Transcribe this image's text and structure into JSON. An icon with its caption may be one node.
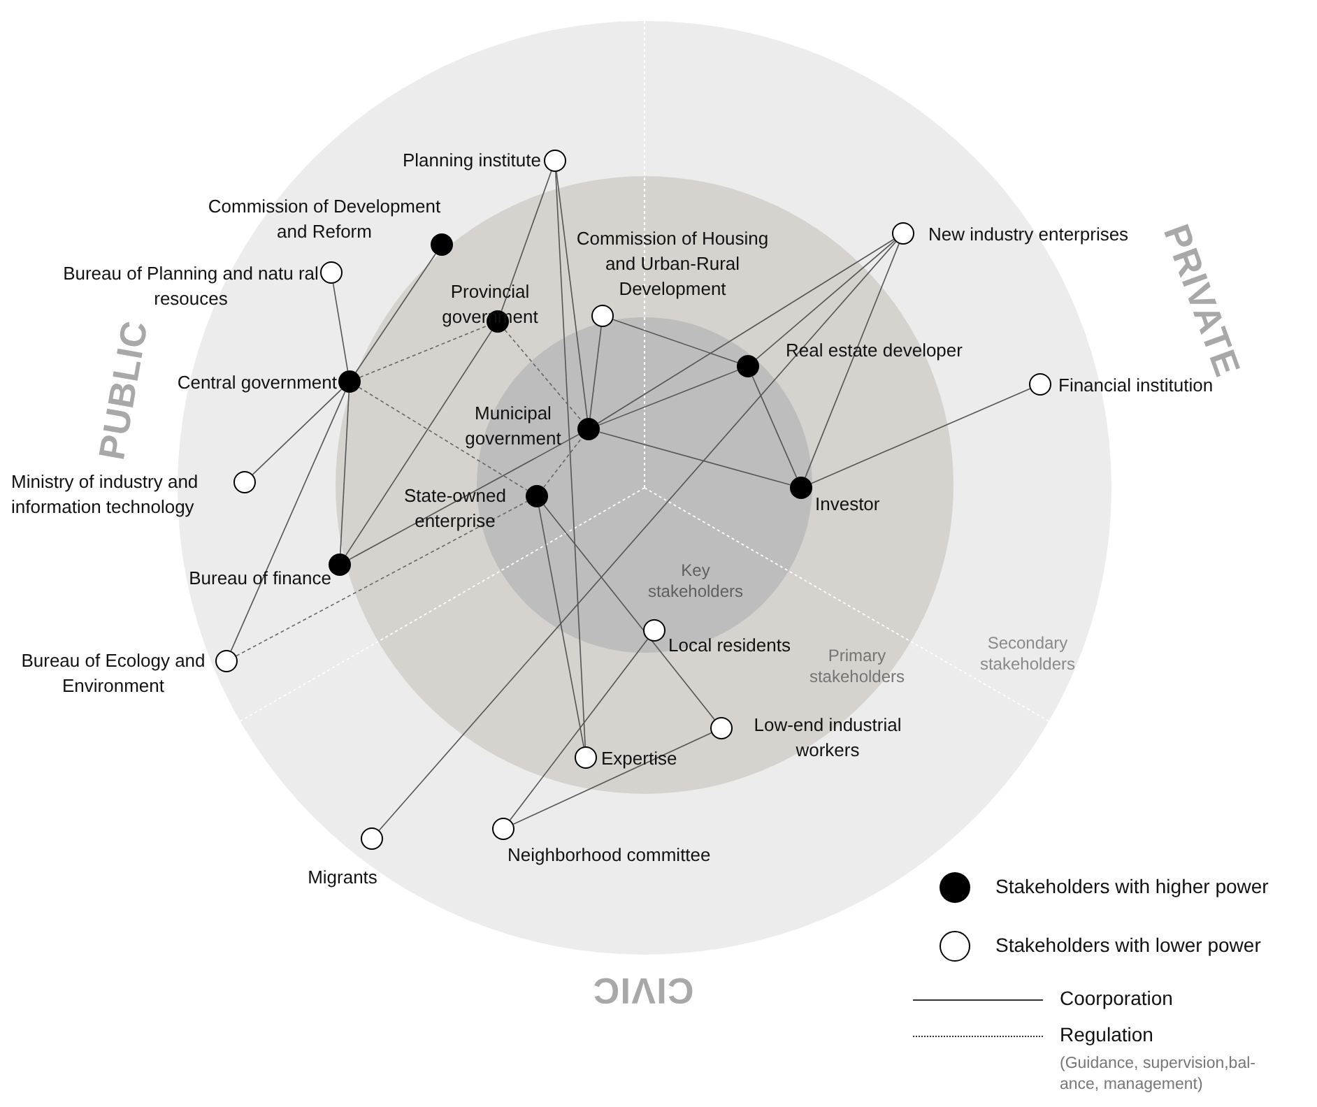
{
  "diagram": {
    "nodes": [
      {
        "text": [],
        "shape": "circle",
        "beside": [
          "Planning institute"
        ]
      },
      {
        "text": [],
        "shape": "dot",
        "beside": [
          "Commission of Development and Reform"
        ]
      },
      {
        "text": [],
        "shape": "circle",
        "beside": [
          "Bureau of Planning and natu ral resouces"
        ]
      },
      {
        "text": [],
        "shape": "dot",
        "beside": [
          "Provincial government"
        ]
      },
      {
        "text": [],
        "shape": "circle",
        "beside": [
          "Commission of Housing and Urban-Rural Development"
        ]
      },
      {
        "text": [],
        "shape": "circle",
        "beside": [
          "New industry enterprises"
        ]
      },
      {
        "text": [],
        "shape": "dot",
        "beside": [
          "Central government"
        ]
      },
      {
        "text": [],
        "shape": "dot",
        "beside": [
          "Real estate developer"
        ]
      },
      {
        "text": [],
        "shape": "circle",
        "beside": [
          "Financial institution"
        ]
      },
      {
        "text": [],
        "shape": "dot",
        "beside": [
          "Municipal government"
        ]
      },
      {
        "text": [],
        "shape": "circle",
        "beside": [
          "Ministry of industry and information technology"
        ]
      },
      {
        "text": [],
        "shape": "dot",
        "beside": [
          "Investor"
        ]
      },
      {
        "text": [],
        "shape": "dot",
        "beside": [
          "State-owned enterprise"
        ]
      },
      {
        "text": [],
        "shape": "dot",
        "beside": [
          "Bureau of finance"
        ]
      },
      {
        "text": [],
        "shape": "circle",
        "beside": [
          "Local residents"
        ]
      },
      {
        "text": [],
        "shape": "circle",
        "beside": [
          "Bureau of Ecology and Environment"
        ]
      },
      {
        "text": [],
        "shape": "circle",
        "beside": [
          "Low-end industrial workers"
        ]
      },
      {
        "text": [],
        "shape": "circle",
        "beside": [
          "Expertise"
        ]
      },
      {
        "text": [],
        "shape": "circle",
        "beside": [
          "Migrants"
        ]
      },
      {
        "text": [],
        "shape": "circle",
        "beside": [
          "Neighborhood committee"
        ]
      }
    ],
    "edges": [
      {
        "from": 0,
        "to": 3,
        "arrow": "none"
      },
      {
        "from": 0,
        "to": 9,
        "arrow": "none"
      },
      {
        "from": 0,
        "to": 17,
        "arrow": "none"
      },
      {
        "from": 1,
        "to": 6,
        "arrow": "none"
      },
      {
        "from": 2,
        "to": 6,
        "arrow": "none"
      },
      {
        "from": 6,
        "to": 3,
        "arrow": "none",
        "style": "dashed"
      },
      {
        "from": 6,
        "to": 12,
        "arrow": "none",
        "style": "dashed"
      },
      {
        "from": 6,
        "to": 10,
        "arrow": "none"
      },
      {
        "from": 6,
        "to": 13,
        "arrow": "none"
      },
      {
        "from": 6,
        "to": 15,
        "arrow": "none"
      },
      {
        "from": 3,
        "to": 9,
        "arrow": "none",
        "style": "dashed"
      },
      {
        "from": 3,
        "to": 13,
        "arrow": "none"
      },
      {
        "from": 13,
        "to": 9,
        "arrow": "none"
      },
      {
        "from": 12,
        "to": 9,
        "arrow": "none",
        "style": "dashed"
      },
      {
        "from": 15,
        "to": 12,
        "arrow": "none",
        "style": "dashed"
      },
      {
        "from": 4,
        "to": 9,
        "arrow": "none"
      },
      {
        "from": 4,
        "to": 7,
        "arrow": "none"
      },
      {
        "from": 5,
        "to": 9,
        "arrow": "none"
      },
      {
        "from": 5,
        "to": 7,
        "arrow": "none"
      },
      {
        "from": 5,
        "to": 18,
        "arrow": "none"
      },
      {
        "from": 5,
        "to": 11,
        "arrow": "none"
      },
      {
        "from": 9,
        "to": 7,
        "arrow": "none"
      },
      {
        "from": 9,
        "to": 11,
        "arrow": "none"
      },
      {
        "from": 7,
        "to": 11,
        "arrow": "none"
      },
      {
        "from": 11,
        "to": 8,
        "arrow": "none"
      },
      {
        "from": 12,
        "to": 17,
        "arrow": "none"
      },
      {
        "from": 12,
        "to": 16,
        "arrow": "none"
      },
      {
        "from": 14,
        "to": 19,
        "arrow": "none"
      },
      {
        "from": 16,
        "to": 19,
        "arrow": "none"
      }
    ],
    "labels": [
      "PUBLIC",
      "PRIVATE",
      "CIVIC",
      "Key stakeholders",
      "Primary stakeholders",
      "Secondary stakeholders",
      "(Guidance, supervision,bal- ance, management)"
    ],
    "legend": [
      {
        "text": "Stakeholders with higher power"
      },
      {
        "text": "Stakeholders with lower power"
      },
      {
        "text": "Coorporation"
      },
      {
        "text": "Regulation"
      }
    ]
  }
}
